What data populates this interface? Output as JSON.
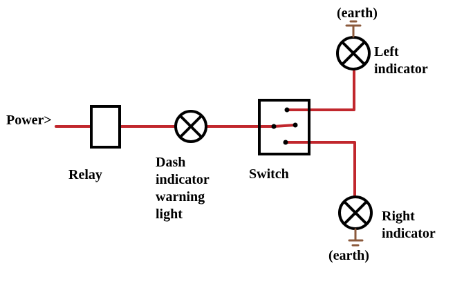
{
  "diagram": {
    "type": "circuit",
    "colors": {
      "wire": "#c1272d",
      "earth": "#8b5a3c",
      "component": "#000000",
      "background": "#ffffff"
    },
    "labels": {
      "power": "Power>",
      "relay": "Relay",
      "dash_indicator": [
        "Dash",
        "indicator",
        "warning",
        "light"
      ],
      "switch": "Switch",
      "left_indicator": [
        "Left",
        "indicator"
      ],
      "right_indicator": [
        "Right",
        "indicator"
      ],
      "earth_top": "(earth)",
      "earth_bottom": "(earth)"
    },
    "components": [
      {
        "id": "power",
        "kind": "source",
        "label": "Power>"
      },
      {
        "id": "relay",
        "kind": "relay",
        "label": "Relay"
      },
      {
        "id": "dash-lamp",
        "kind": "lamp",
        "label": "Dash indicator warning light"
      },
      {
        "id": "switch",
        "kind": "switch",
        "label": "Switch"
      },
      {
        "id": "left-lamp",
        "kind": "lamp",
        "label": "Left indicator"
      },
      {
        "id": "right-lamp",
        "kind": "lamp",
        "label": "Right indicator"
      },
      {
        "id": "earth-top",
        "kind": "ground",
        "label": "(earth)"
      },
      {
        "id": "earth-bottom",
        "kind": "ground",
        "label": "(earth)"
      }
    ],
    "connections": [
      [
        "power",
        "relay"
      ],
      [
        "relay",
        "dash-lamp"
      ],
      [
        "dash-lamp",
        "switch"
      ],
      [
        "switch",
        "left-lamp"
      ],
      [
        "switch",
        "right-lamp"
      ],
      [
        "left-lamp",
        "earth-top"
      ],
      [
        "right-lamp",
        "earth-bottom"
      ]
    ]
  }
}
